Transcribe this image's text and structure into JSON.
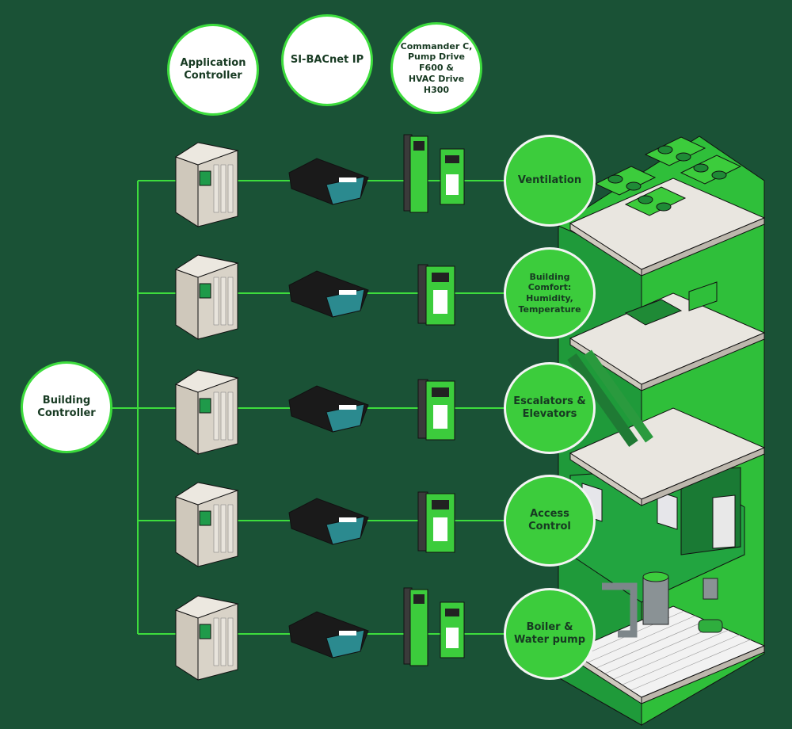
{
  "colors": {
    "background": "#1a5236",
    "line": "#3ddc3d",
    "circle_green": "#3ccc3c",
    "circle_white": "#ffffff"
  },
  "header_columns": [
    {
      "label": "Application\nController"
    },
    {
      "label": "SI-BACnet IP"
    },
    {
      "label": "Commander C,\nPump Drive\nF600 &\nHVAC Drive\nH300"
    }
  ],
  "building_controller": {
    "label": "Building\nController"
  },
  "rows": [
    {
      "label": "Ventilation",
      "drive": "dual"
    },
    {
      "label": "Building\nComfort:\nHumidity,\nTemperature",
      "drive": "single"
    },
    {
      "label": "Escalators &\nElevators",
      "drive": "single"
    },
    {
      "label": "Access\nControl",
      "drive": "single"
    },
    {
      "label": "Boiler &\nWater pump",
      "drive": "dual"
    }
  ]
}
